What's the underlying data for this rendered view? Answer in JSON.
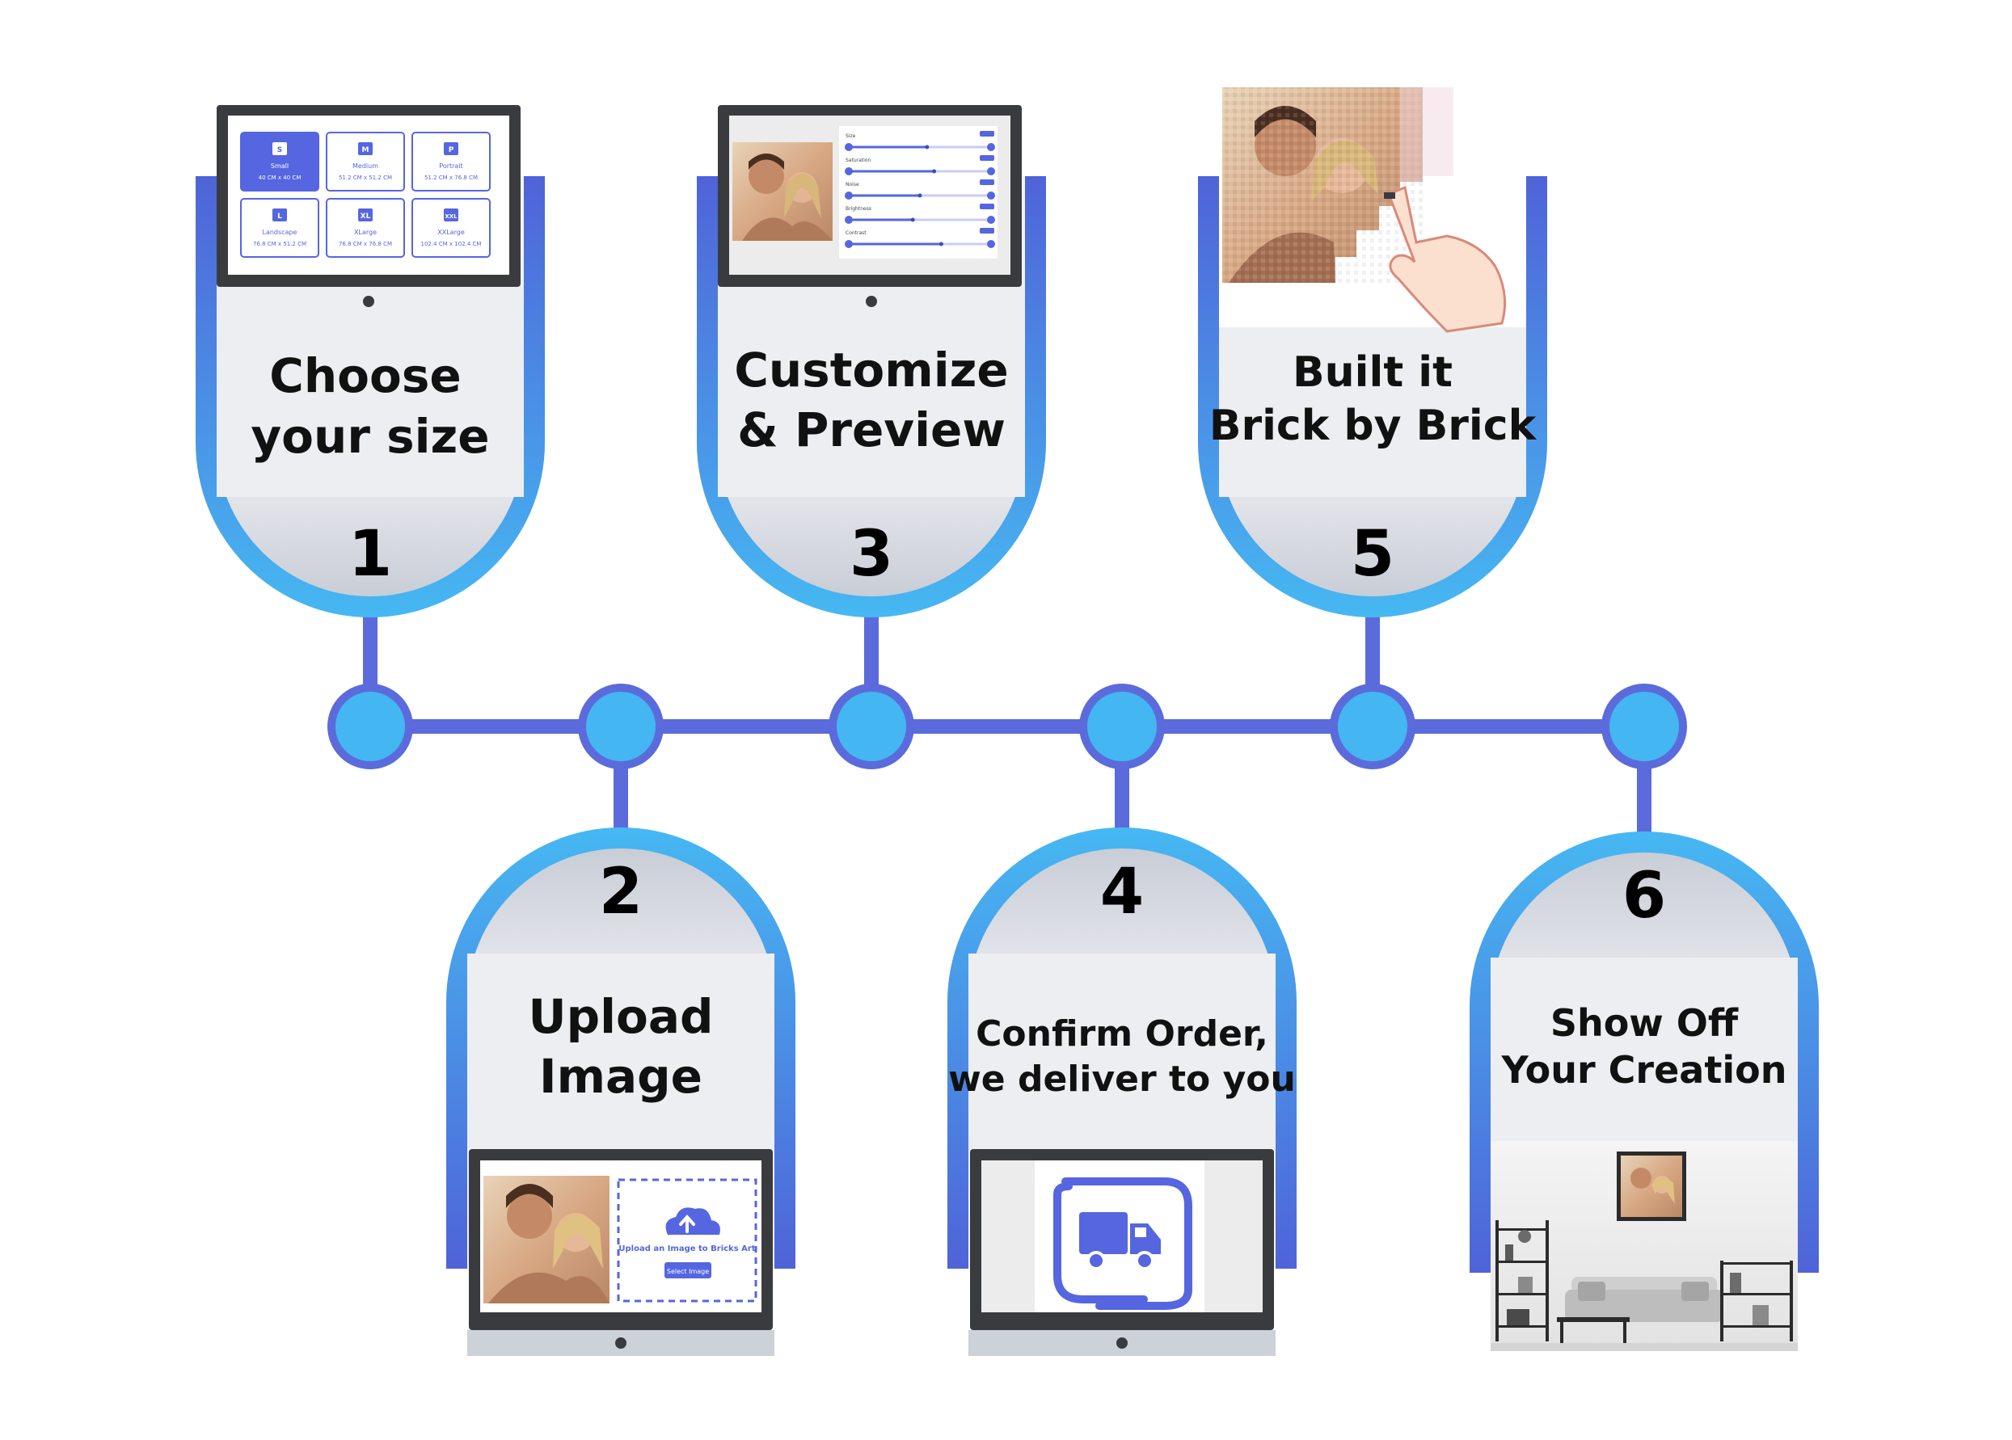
{
  "colors": {
    "blue_dark": "#4f63d8",
    "blue_light": "#46b8f2",
    "node_fill": "#44b6f1",
    "line": "#5b6bdc",
    "card_top": "#f1f2f5",
    "card_bottom": "#c9cdd6",
    "screen_frame": "#3a3b3e",
    "accent": "#5566e0"
  },
  "steps": [
    {
      "number": "1",
      "line1": "Choose",
      "line2": "your size"
    },
    {
      "number": "2",
      "line1": "Upload",
      "line2": "Image"
    },
    {
      "number": "3",
      "line1": "Customize",
      "line2": "& Preview"
    },
    {
      "number": "4",
      "line1": "Confirm Order,",
      "line2": "we deliver to you"
    },
    {
      "number": "5",
      "line1": "Built it",
      "line2": "Brick by Brick"
    },
    {
      "number": "6",
      "line1": "Show Off",
      "line2": "Your Creation"
    }
  ],
  "size_options": [
    {
      "badge": "S",
      "name": "Small",
      "dims": "40 CM x 40 CM"
    },
    {
      "badge": "M",
      "name": "Medium",
      "dims": "51.2 CM x 51.2 CM"
    },
    {
      "badge": "P",
      "name": "Portrait",
      "dims": "51.2 CM x 76.8 CM"
    },
    {
      "badge": "L",
      "name": "Landscape",
      "dims": "76.8 CM x 51.2 CM"
    },
    {
      "badge": "XL",
      "name": "XLarge",
      "dims": "76.8 CM x 76.8 CM"
    },
    {
      "badge": "XXL",
      "name": "XXLarge",
      "dims": "102.4 CM x 102.4 CM"
    }
  ],
  "upload": {
    "prompt": "Upload an Image to Bricks Art",
    "button": "Select Image"
  },
  "sliders": [
    {
      "label": "Size",
      "value": 0.55
    },
    {
      "label": "Saturation",
      "value": 0.6
    },
    {
      "label": "Noise",
      "value": 0.5
    },
    {
      "label": "Brightness",
      "value": 0.45
    },
    {
      "label": "Contrast",
      "value": 0.65
    }
  ],
  "icons": {
    "upload": "cloud-upload-icon",
    "delivery": "delivery-truck-icon",
    "hand": "pointing-hand-icon"
  }
}
